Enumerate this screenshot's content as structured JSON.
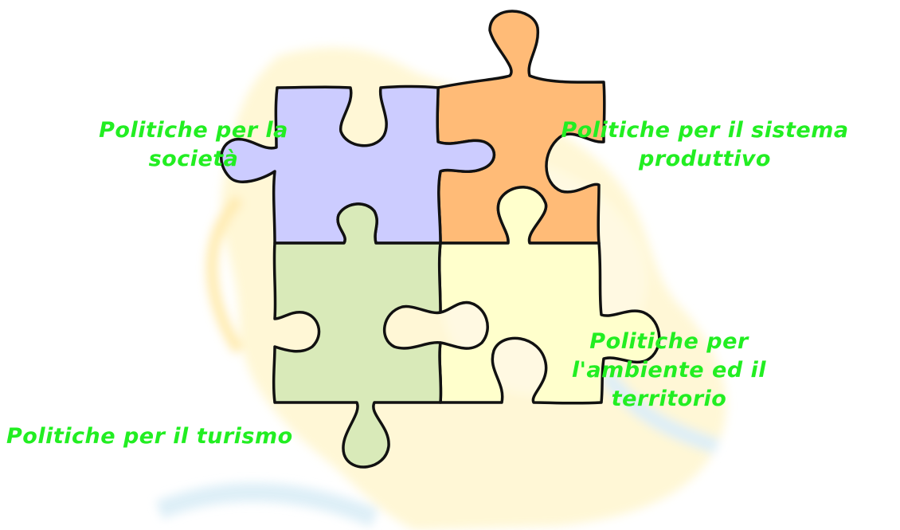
{
  "colors": {
    "label_text": "#22ee22",
    "piece_top_left": "#ccccff",
    "piece_top_right": "#ffbb77",
    "piece_bottom_left": "#d9eab9",
    "piece_bottom_right": "#ffffcc",
    "outline": "#111111",
    "background_map": "#fff6cf"
  },
  "labels": {
    "society_line1": "Politiche per la",
    "society_line2": "società",
    "production_line1": "Politiche per il sistema",
    "production_line2": "produttivo",
    "tourism": "Politiche per il turismo",
    "environment_line1": "Politiche per",
    "environment_line2": "l'ambiente ed il",
    "environment_line3": "territorio"
  }
}
